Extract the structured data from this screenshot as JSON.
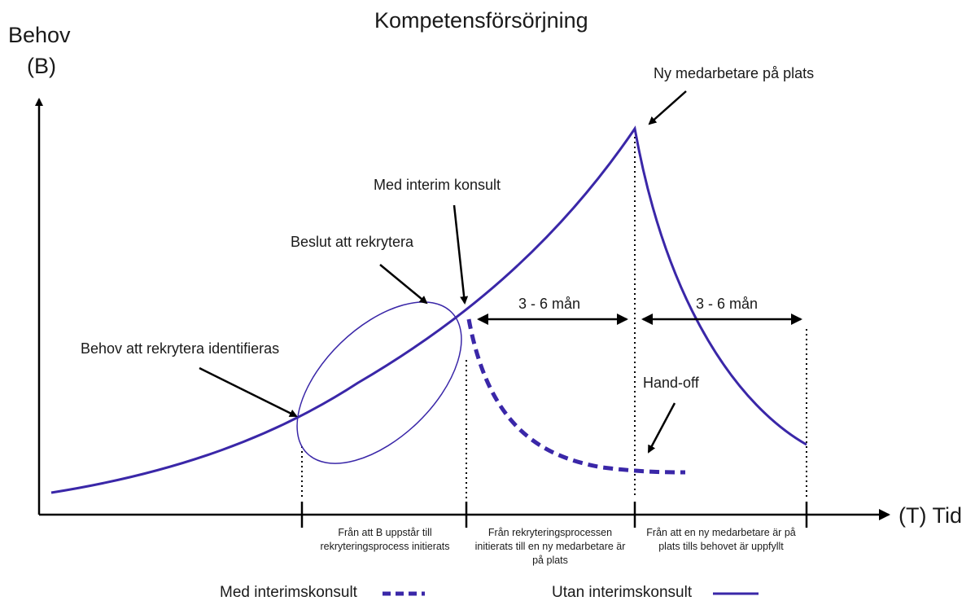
{
  "title": "Kompetensförsörjning",
  "y_axis": {
    "line1": "Behov",
    "line2": "(B)"
  },
  "x_axis": {
    "label": "(T) Tid"
  },
  "annotations": {
    "ny_medarbetare": "Ny medarbetare på plats",
    "med_interim": "Med interim konsult",
    "beslut": "Beslut att rekrytera",
    "behov_identifieras": "Behov att rekrytera identifieras",
    "hand_off": "Hand-off",
    "span1": "3 - 6 mån",
    "span2": "3 - 6 mån"
  },
  "phases": [
    "Från att B uppstår till rekryteringsprocess initierats",
    "Från rekryteringsprocessen initierats till en ny medarbetare är på plats",
    "Från att en ny medarbetare är på plats tills behovet är uppfyllt"
  ],
  "legend": {
    "dashed": "Med interimskonsult",
    "solid": "Utan interimskonsult"
  },
  "colors": {
    "curve": "#3a27a8",
    "axis": "#000000"
  }
}
